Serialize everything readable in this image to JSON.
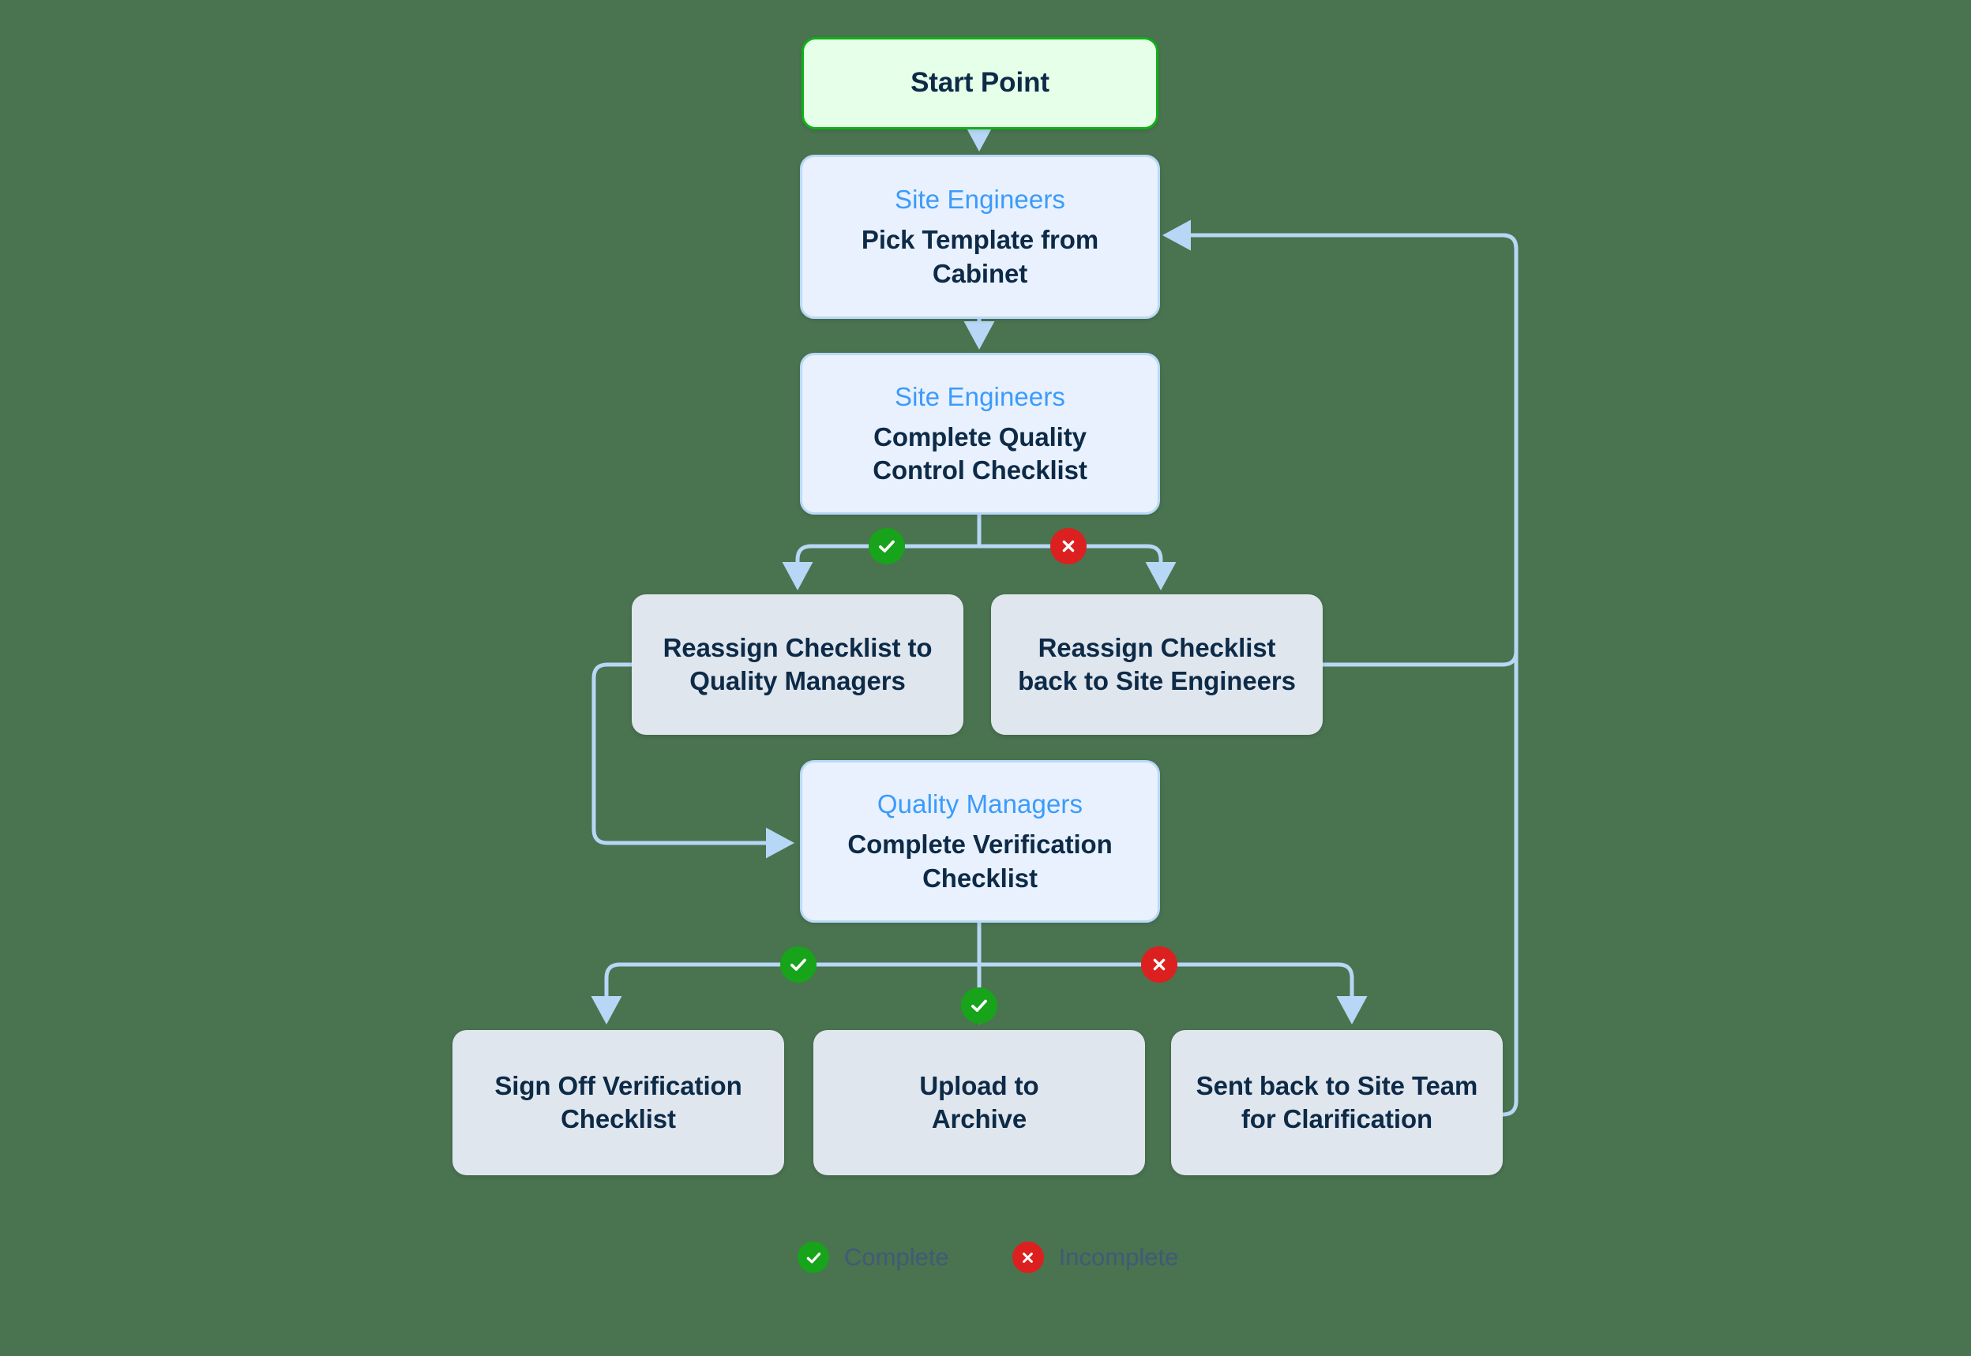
{
  "diagram": {
    "background_color": "#4a7350",
    "edge_color": "#b6d7f5",
    "nodes": {
      "start": {
        "title": "Start Point"
      },
      "pick_template": {
        "role": "Site Engineers",
        "title_line1": "Pick Template from",
        "title_line2": "Cabinet"
      },
      "quality_control": {
        "role": "Site Engineers",
        "title_line1": "Complete Quality",
        "title_line2": "Control Checklist"
      },
      "reassign_qm": {
        "title_line1": "Reassign Checklist to",
        "title_line2": "Quality Managers"
      },
      "reassign_se": {
        "title_line1": "Reassign Checklist",
        "title_line2": "back to Site Engineers"
      },
      "verification": {
        "role": "Quality Managers",
        "title_line1": "Complete Verification",
        "title_line2": "Checklist"
      },
      "sign_off": {
        "title_line1": "Sign Off Verification",
        "title_line2": "Checklist"
      },
      "upload_archive": {
        "title_line1": "Upload to",
        "title_line2": "Archive"
      },
      "sent_back": {
        "title_line1": "Sent back to Site Team",
        "title_line2": "for Clarification"
      }
    },
    "badges": {
      "qc_complete": "check-icon",
      "qc_incomplete": "cross-icon",
      "verify_complete_left": "check-icon",
      "verify_complete_center": "check-icon",
      "verify_incomplete": "cross-icon"
    },
    "legend": {
      "items": [
        {
          "icon": "check-icon",
          "label": "Complete",
          "color": "#17a31a"
        },
        {
          "icon": "cross-icon",
          "label": "Incomplete",
          "color": "#dc2020"
        }
      ]
    }
  }
}
